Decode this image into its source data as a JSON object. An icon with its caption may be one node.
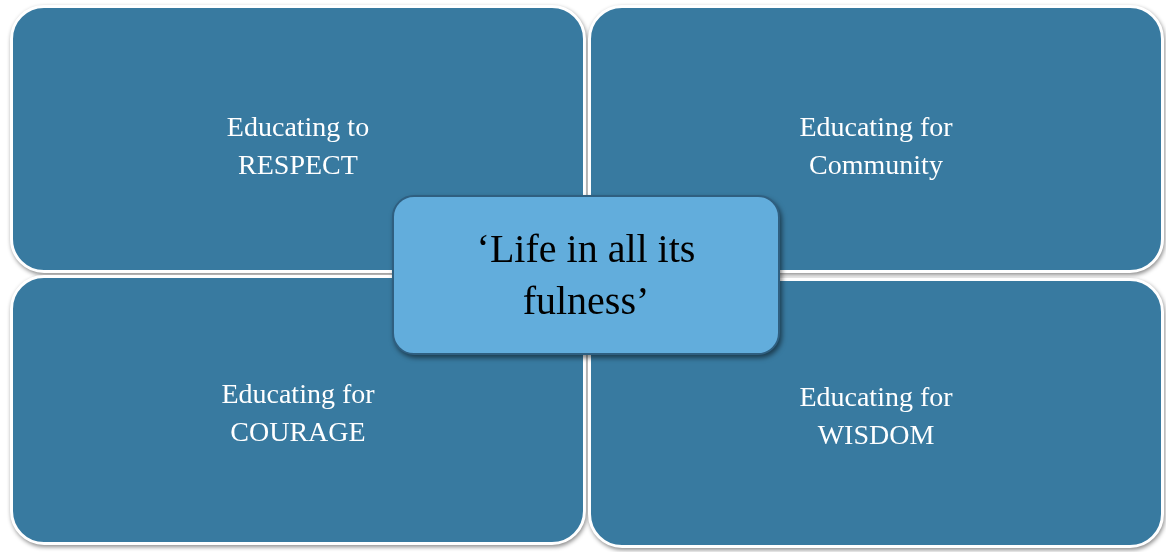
{
  "diagram": {
    "nodes": [
      {
        "text": [
          "Educating to RESPECT"
        ]
      },
      {
        "text": [
          "Educating for Community"
        ]
      },
      {
        "text": [
          "‘Life in all its fulness’"
        ]
      },
      {
        "text": [
          "Educating for COURAGE"
        ]
      },
      {
        "text": [
          "Educating for WISDOM"
        ]
      }
    ]
  }
}
